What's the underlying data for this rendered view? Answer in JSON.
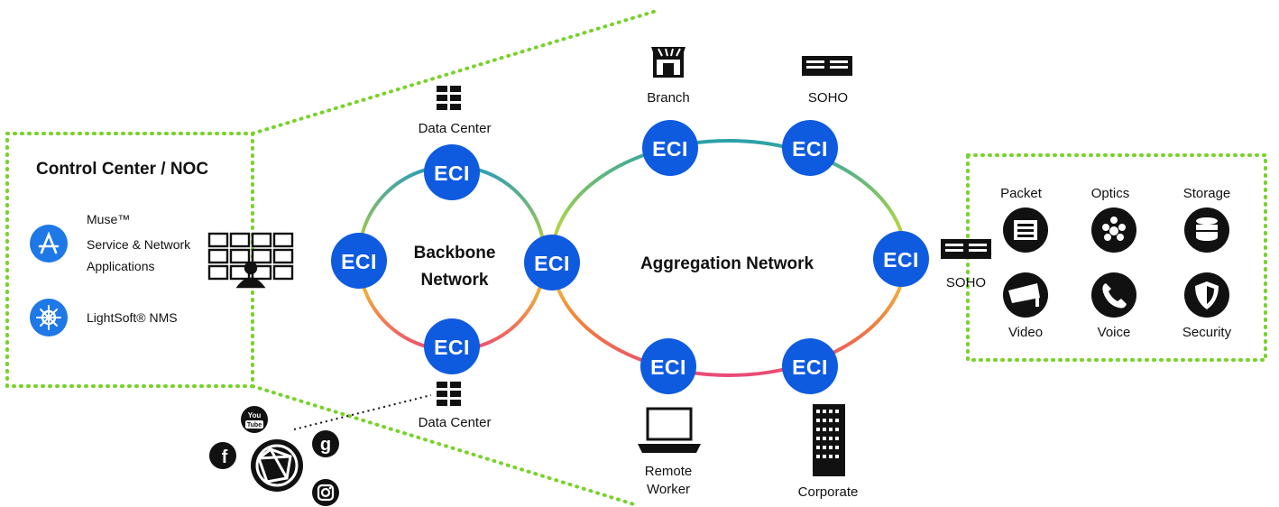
{
  "control_center": {
    "title": "Control Center / NOC",
    "apps": [
      {
        "line1": "Muse™",
        "line2": "Service & Network",
        "line3": "Applications",
        "icon": "app-store-icon"
      },
      {
        "label": "LightSoft® NMS",
        "icon": "ship-wheel-icon"
      }
    ]
  },
  "backbone": {
    "line1": "Backbone",
    "line2": "Network"
  },
  "aggregation": {
    "label": "Aggregation Network"
  },
  "node_label": "ECI",
  "sites": {
    "data_center_top": "Data Center",
    "data_center_bottom": "Data Center",
    "branch": "Branch",
    "soho_top": "SOHO",
    "soho_right": "SOHO",
    "remote_worker_line1": "Remote",
    "remote_worker_line2": "Worker",
    "corporate": "Corporate"
  },
  "services": [
    {
      "label": "Packet",
      "icon": "packet-icon"
    },
    {
      "label": "Optics",
      "icon": "optics-icon"
    },
    {
      "label": "Storage",
      "icon": "storage-icon"
    },
    {
      "label": "Video",
      "icon": "video-camera-icon"
    },
    {
      "label": "Voice",
      "icon": "phone-icon"
    },
    {
      "label": "Security",
      "icon": "shield-icon"
    }
  ],
  "social": {
    "youtube_line1": "You",
    "youtube_line2": "Tube",
    "facebook": "f",
    "google": "g"
  },
  "colors": {
    "node": "#0e5be0",
    "frame_dots": "#78d22a",
    "icon_dark": "#111111",
    "app_icon": "#1e78e6"
  }
}
